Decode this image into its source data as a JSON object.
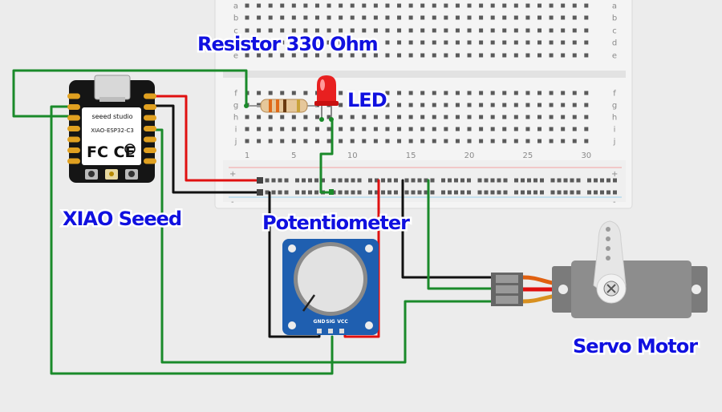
{
  "breadboard": {
    "row_labels_top": [
      "a",
      "b",
      "c",
      "d",
      "e"
    ],
    "row_labels_bottom": [
      "f",
      "g",
      "h",
      "i",
      "j"
    ],
    "column_numbers": [
      "1",
      "5",
      "10",
      "15",
      "20",
      "25",
      "30"
    ],
    "rail_plus": "+",
    "rail_minus": "-"
  },
  "labels": {
    "resistor": "Resistor 330 Ohm",
    "led": "LED",
    "board": "XIAO Seeed",
    "potentiometer": "Potentiometer",
    "servo": "Servo Motor"
  },
  "board": {
    "brand": "seeed studio",
    "model": "XIAO-ESP32-C3",
    "cert": "FC CE"
  },
  "potentiometer_pins": [
    "GND",
    "SIG",
    "VCC"
  ],
  "colors": {
    "wire_red": "#e01010",
    "wire_black": "#111111",
    "wire_green": "#1a8a2a",
    "label_blue": "#1010e0"
  }
}
